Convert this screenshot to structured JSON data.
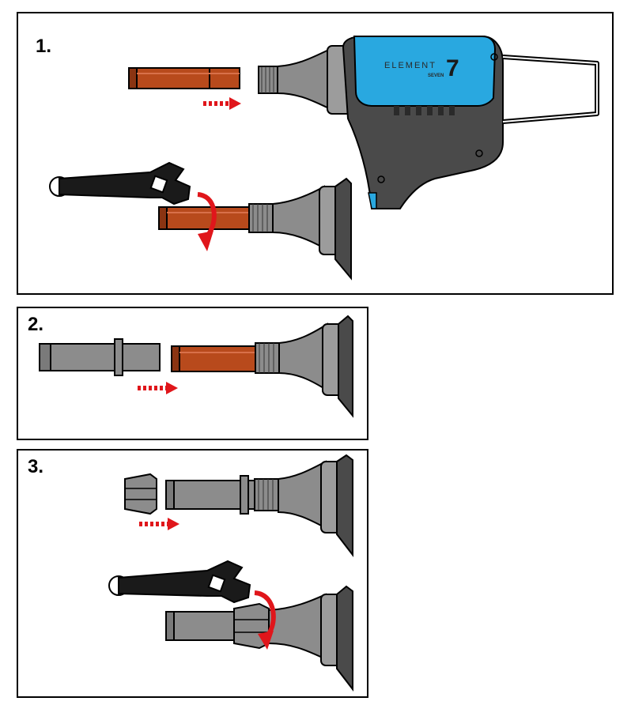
{
  "steps": [
    {
      "label": "1."
    },
    {
      "label": "2."
    },
    {
      "label": "3."
    }
  ],
  "tool_brand": {
    "name": "ELEMENT",
    "sub": "SEVEN",
    "mark": "7"
  },
  "colors": {
    "tool_body": "#4a4a4a",
    "tool_accent": "#29a8e0",
    "nozzle_gray": "#8c8c8c",
    "copper_part": "#b84a1c",
    "arrow_red": "#e0161b",
    "wrench": "#1a1a1a"
  }
}
